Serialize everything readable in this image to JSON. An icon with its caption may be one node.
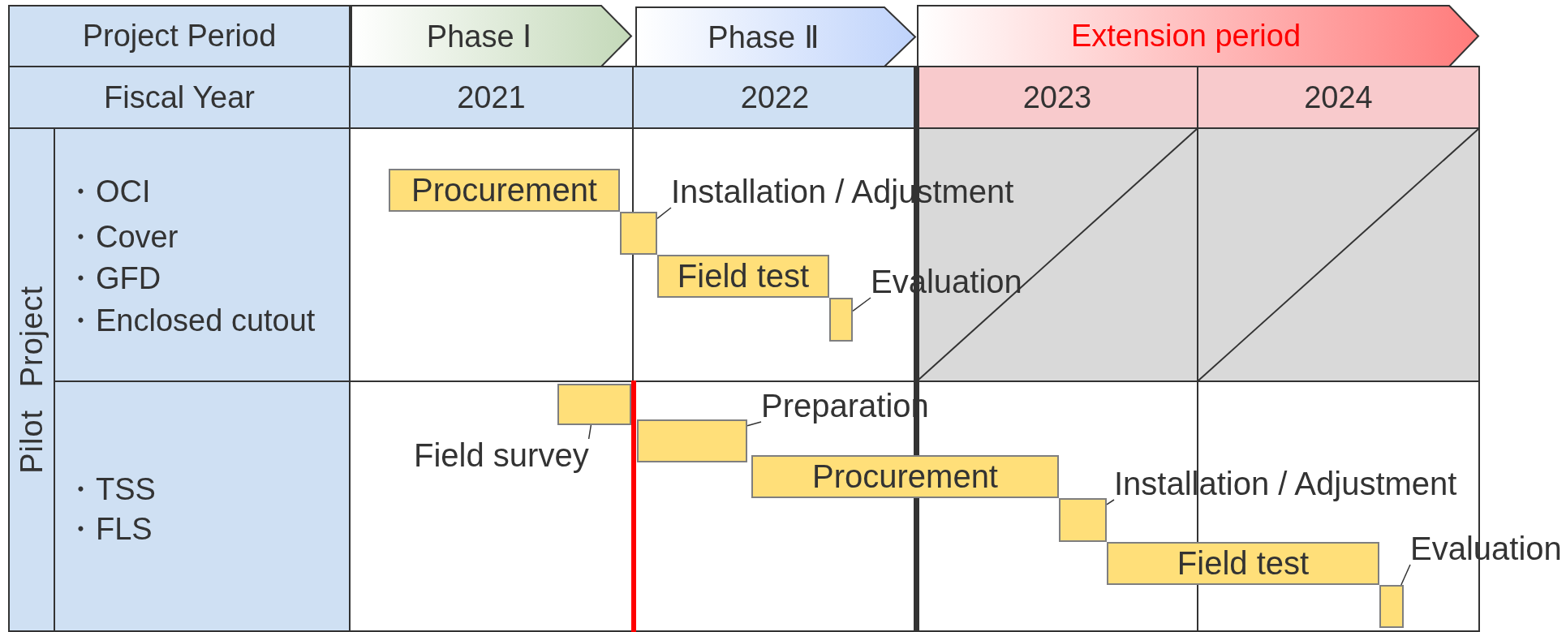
{
  "diagram": {
    "nodes": [
      {
        "text": [
          "Phase Ⅰ"
        ]
      },
      {
        "text": [
          "Phase Ⅱ"
        ]
      },
      {
        "text": [
          "Extension period"
        ]
      },
      {
        "text": [
          "Procurement"
        ]
      },
      {
        "text": [
          "Installation / Adjustment"
        ]
      },
      {
        "text": [],
        "shape": "bar"
      },
      {
        "text": [
          "Field test"
        ]
      },
      {
        "text": [
          "Evaluation"
        ]
      },
      {
        "text": [],
        "shape": "bar"
      },
      {
        "text": [],
        "shape": "bar"
      },
      {
        "text": [
          "Field survey"
        ]
      },
      {
        "text": [
          "Preparation"
        ]
      },
      {
        "text": [],
        "shape": "bar"
      },
      {
        "text": [
          "Procurement"
        ]
      },
      {
        "text": [
          "Installation / Adjustment"
        ]
      },
      {
        "text": [],
        "shape": "bar"
      },
      {
        "text": [
          "Field test"
        ]
      },
      {
        "text": [
          "Evaluation"
        ]
      },
      {
        "text": [],
        "shape": "bar"
      }
    ],
    "edges": [
      {
        "from": 4,
        "to": 5,
        "arrow": "none"
      },
      {
        "from": 7,
        "to": 8,
        "arrow": "none"
      },
      {
        "from": 10,
        "to": 9,
        "arrow": "none"
      },
      {
        "from": 11,
        "to": 12,
        "arrow": "none"
      },
      {
        "from": 14,
        "to": 15,
        "arrow": "none"
      },
      {
        "from": 17,
        "to": 18,
        "arrow": "none"
      }
    ],
    "labels": [
      "Project Period",
      "Fiscal Year",
      "2021",
      "2022",
      "2023",
      "2024",
      "Pilot Project",
      "・OCI",
      "・Cover",
      "・GFD",
      "・Enclosed cutout",
      "・TSS",
      "・FLS"
    ]
  }
}
